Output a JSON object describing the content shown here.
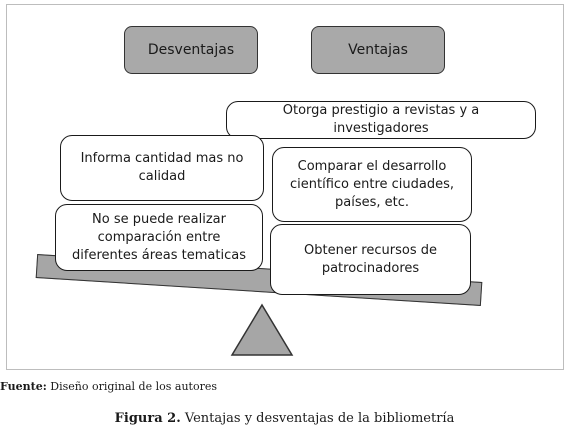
{
  "headers": {
    "left": "Desventajas",
    "right": "Ventajas"
  },
  "boxes": {
    "top": "Otorga prestigio a revistas y a investigadores",
    "left_1": "Informa cantidad mas no calidad",
    "left_2": "No se puede realizar comparación entre diferentes áreas tematicas",
    "right_1": "Comparar el desarrollo científico entre ciudades, países, etc.",
    "right_2": "Obtener recursos de patrocinadores"
  },
  "source": {
    "label": "Fuente:",
    "text": " Diseño original de los autores"
  },
  "caption": {
    "label": "Figura 2.",
    "text": " Ventajas y desventajas de la bibliometría"
  },
  "colors": {
    "header_fill": "#a9a9a9",
    "beam_fill": "#a6a6a6",
    "fulcrum_fill": "#a6a6a6"
  }
}
